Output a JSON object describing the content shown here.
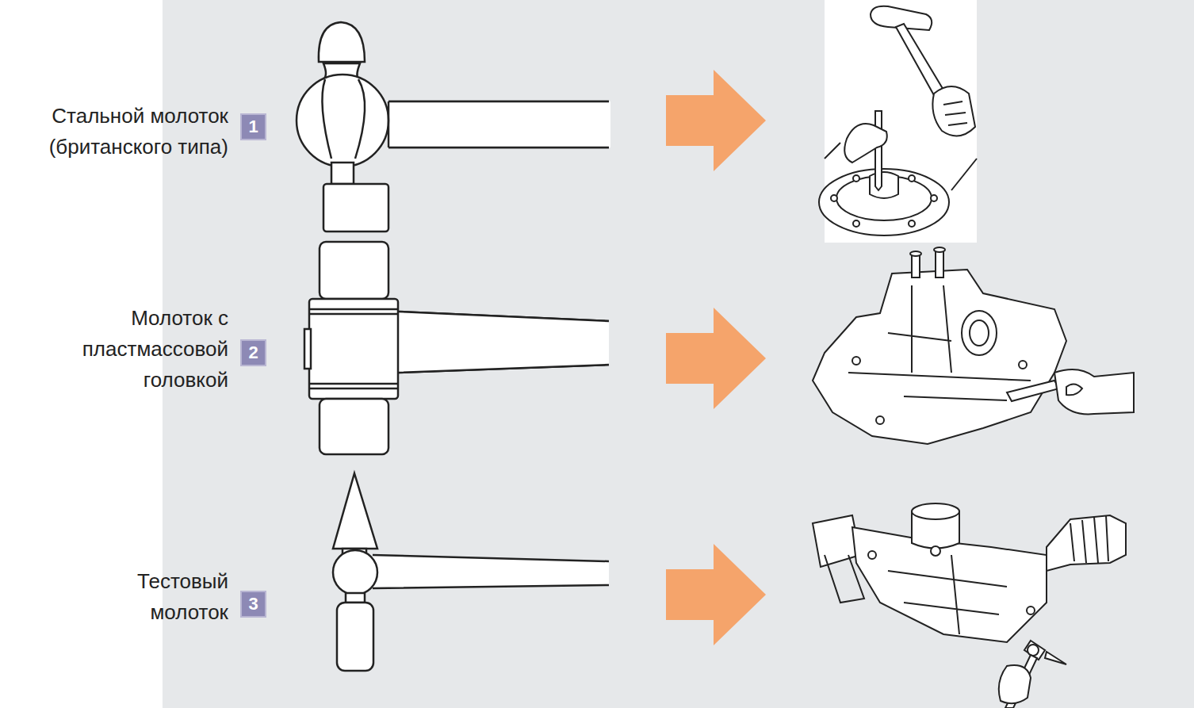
{
  "diagram": {
    "nodes": [
      {
        "text": [
          "1"
        ]
      },
      {
        "text": [
          "2"
        ]
      },
      {
        "text": [
          "3"
        ]
      }
    ],
    "labels": [
      "Стальной молоток (британского типа)",
      "Молоток с пластмассовой головкой",
      "Тестовый молоток"
    ]
  }
}
